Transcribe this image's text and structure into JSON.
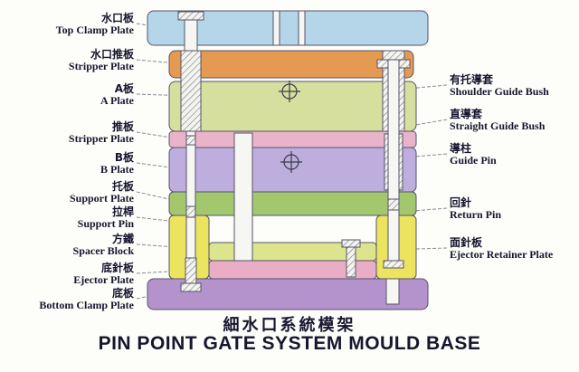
{
  "title": {
    "chinese": "細水口系統模架",
    "english": "PIN POINT GATE SYSTEM MOULD BASE"
  },
  "left_labels": [
    {
      "zh": "水口板",
      "en": "Top Clamp Plate"
    },
    {
      "zh": "水口推板",
      "en": "Stripper Plate"
    },
    {
      "zh": "A板",
      "en": "A Plate"
    },
    {
      "zh": "推板",
      "en": "Stripper Plate"
    },
    {
      "zh": "B板",
      "en": "B Plate"
    },
    {
      "zh": "托板",
      "en": "Support Plate"
    },
    {
      "zh": "拉桿",
      "en": "Support Pin"
    },
    {
      "zh": "方鐵",
      "en": "Spacer Block"
    },
    {
      "zh": "底針板",
      "en": "Ejector Plate"
    },
    {
      "zh": "底板",
      "en": "Bottom Clamp Plate"
    }
  ],
  "right_labels": [
    {
      "zh": "有托導套",
      "en": "Shoulder Guide Bush"
    },
    {
      "zh": "直導套",
      "en": "Straight Guide Bush"
    },
    {
      "zh": "導柱",
      "en": "Guide Pin"
    },
    {
      "zh": "回針",
      "en": "Return Pin"
    },
    {
      "zh": "面針板",
      "en": "Ejector Retainer Plate"
    }
  ],
  "colors": {
    "top_clamp": "#b5d6e8",
    "stripper_top": "#e59a52",
    "a_plate": "#d6df9e",
    "stripper_mid": "#e9b3c9",
    "b_plate": "#bdaede",
    "support_plate": "#a3c76c",
    "spacer": "#ece45f",
    "ejector_retainer": "#dde48e",
    "ejector_plate": "#e9aec6",
    "bottom_clamp": "#b493cc",
    "pin_fill": "#f6f6f2",
    "outline": "#55536a",
    "text": "#16162e"
  }
}
